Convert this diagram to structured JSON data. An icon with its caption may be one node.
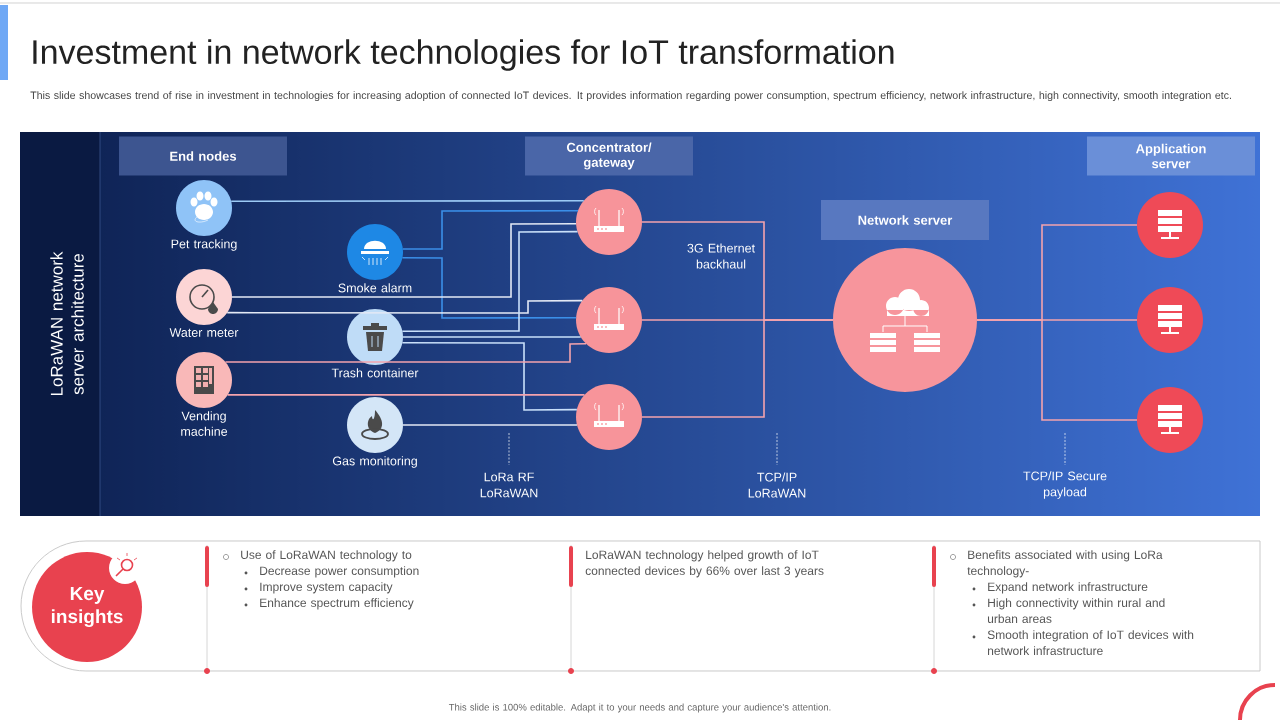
{
  "diagram": {
    "title": "Investment in network technologies for IoT transformation",
    "nodes": [
      {
        "text": [
          "End nodes"
        ]
      },
      {
        "text": [
          "Concentrator/ gateway"
        ]
      },
      {
        "text": [
          "Network server"
        ]
      },
      {
        "text": [
          "Application server"
        ]
      },
      {
        "text": [],
        "shape": "circle",
        "beside": [
          "Pet tracking"
        ]
      },
      {
        "text": [],
        "shape": "circle",
        "beside": [
          "Water meter"
        ]
      },
      {
        "text": [],
        "shape": "circle",
        "beside": [
          "Vending machine"
        ]
      },
      {
        "text": [],
        "shape": "circle",
        "beside": [
          "Smoke alarm"
        ]
      },
      {
        "text": [],
        "shape": "circle",
        "beside": [
          "Trash container"
        ]
      },
      {
        "text": [],
        "shape": "circle",
        "beside": [
          "Gas monitoring"
        ]
      },
      {
        "text": [],
        "shape": "circle"
      },
      {
        "text": [],
        "shape": "circle"
      },
      {
        "text": [],
        "shape": "circle"
      },
      {
        "text": [],
        "shape": "circle"
      },
      {
        "text": [],
        "shape": "circle"
      },
      {
        "text": [],
        "shape": "circle"
      },
      {
        "text": [],
        "shape": "circle"
      },
      {
        "text": [
          "Key insights"
        ]
      }
    ],
    "edges": [
      {
        "from": 4,
        "to": 10,
        "arrow": "none",
        "color": "#9ccaf5"
      },
      {
        "from": 7,
        "to": 10,
        "arrow": "none",
        "color": "#3b8fe8"
      },
      {
        "from": 7,
        "to": 11,
        "arrow": "none",
        "color": "#3b8fe8"
      },
      {
        "from": 5,
        "to": 10,
        "arrow": "none",
        "color": "#e3e9f5"
      },
      {
        "from": 5,
        "to": 11,
        "arrow": "none",
        "color": "#e3e9f5"
      },
      {
        "from": 8,
        "to": 10,
        "arrow": "none",
        "color": "#c9e0fa"
      },
      {
        "from": 8,
        "to": 11,
        "arrow": "none",
        "color": "#c9e0fa"
      },
      {
        "from": 8,
        "to": 12,
        "arrow": "none",
        "color": "#c9e0fa"
      },
      {
        "from": 6,
        "to": 11,
        "arrow": "none"
      },
      {
        "from": 6,
        "to": 12,
        "arrow": "none"
      },
      {
        "from": 9,
        "to": 12,
        "arrow": "none",
        "color": "#e3e9f5"
      },
      {
        "from": 10,
        "to": 13,
        "arrow": "none"
      },
      {
        "from": 11,
        "to": 13,
        "arrow": "none"
      },
      {
        "from": 12,
        "to": 13,
        "arrow": "none"
      },
      {
        "from": 13,
        "to": 14,
        "arrow": "none"
      },
      {
        "from": 13,
        "to": 15,
        "arrow": "none"
      },
      {
        "from": 13,
        "to": 16,
        "arrow": "none"
      }
    ],
    "labels": [
      "This slide showcases trend of rise in investment in technologies for increasing adoption of connected IoT devices. It provides information regarding power consumption, spectrum efficiency, network infrastructure, high connectivity, smooth integration etc.",
      "LoRaWAN network server architecture",
      "3G Ethernet backhaul",
      "LoRa RF LoRaWAN",
      "TCP/IP LoRaWAN",
      "TCP/IP Secure payload",
      "Use of LoRaWAN technology to",
      "Decrease power consumption",
      "Improve system capacity",
      "Enhance spectrum efficiency",
      "LoRaWAN technology helped growth of IoT connected devices by 66% over last 3 years",
      "Benefits associated with using LoRa technology-",
      "Expand network infrastructure",
      "High connectivity within rural and urban areas",
      "Smooth integration of IoT devices with network infrastructure",
      "This slide is 100% editable. Adapt it to your needs and capture your audience's attention."
    ]
  }
}
